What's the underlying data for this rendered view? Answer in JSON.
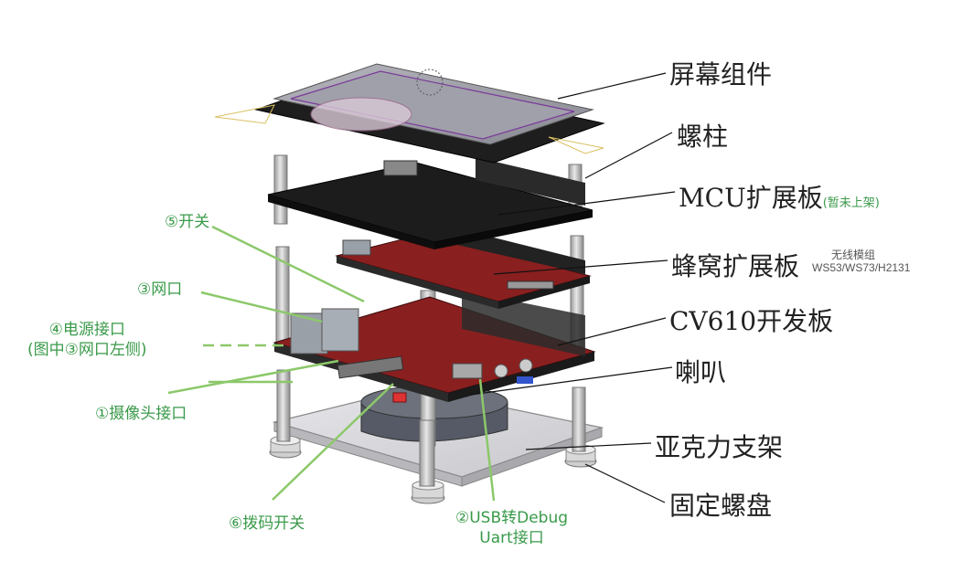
{
  "labels": {
    "screen": "屏幕组件",
    "standoff": "螺柱",
    "mcu_board": "MCU扩展板",
    "mcu_note": "(暂未上架)",
    "honeycomb": "蜂窝扩展板",
    "module_note_line1": "无线模组",
    "module_note_line2": "WS53/WS73/H2131",
    "dev_board": "CV610开发板",
    "speaker": "喇叭",
    "acrylic": "亚克力支架",
    "base_screw": "固定螺盘"
  },
  "callouts": {
    "switch": "⑤开关",
    "ethernet": "③网口",
    "power_line1": "④电源接口",
    "power_line2": "(图中③网口左侧)",
    "camera": "①摄像头接口",
    "dip": "⑥拨码开关",
    "usb_line1": "②USB转Debug",
    "usb_line2": "Uart接口"
  },
  "colors": {
    "accent_green": "#3a9a4a",
    "callout_line": "#8cc86a",
    "pcb_red": "#8a1f1f",
    "board_black": "#1c1c1c",
    "acrylic": "#d9d9dc"
  }
}
